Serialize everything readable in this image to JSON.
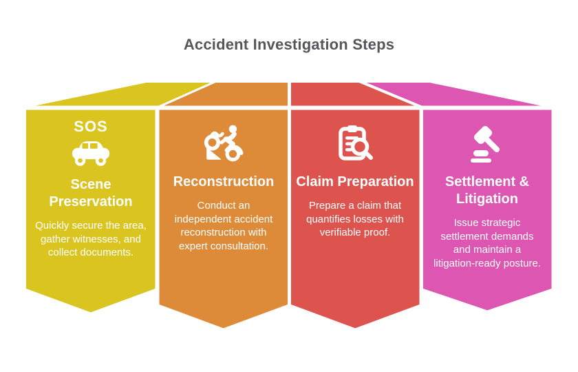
{
  "title": "Accident Investigation Steps",
  "title_color": "#54565a",
  "background_color": "#ffffff",
  "outline_color": "#ffffff",
  "banners": [
    {
      "name": "scene-preservation",
      "color": "#dac520",
      "badge": "SOS",
      "icon": "car-icon",
      "title": "Scene Preservation",
      "description": "Quickly secure the area, gather witnesses, and collect documents."
    },
    {
      "name": "reconstruction",
      "color": "#dd8b38",
      "icon": "motorcycle-accident-icon",
      "title": "Reconstruction",
      "description": "Conduct an independent accident reconstruction with expert consultation."
    },
    {
      "name": "claim-preparation",
      "color": "#dd544f",
      "icon": "clipboard-search-icon",
      "title": "Claim Preparation",
      "description": "Prepare a claim that quantifies losses with verifiable proof."
    },
    {
      "name": "settlement-litigation",
      "color": "#dc56b2",
      "icon": "gavel-icon",
      "title": "Settlement & Litigation",
      "description": "Issue strategic settlement demands and maintain a litigation-ready posture."
    }
  ]
}
